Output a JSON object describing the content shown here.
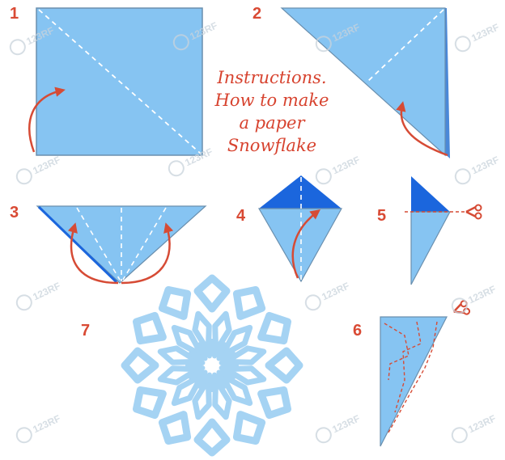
{
  "title": {
    "lines": [
      "Instructions.",
      "How to make",
      "a paper",
      "Snowflake"
    ]
  },
  "steps": [
    {
      "num": "1"
    },
    {
      "num": "2"
    },
    {
      "num": "3"
    },
    {
      "num": "4"
    },
    {
      "num": "5"
    },
    {
      "num": "6"
    },
    {
      "num": "7"
    }
  ],
  "watermark": "123RF",
  "colors": {
    "paper_light": "#86c4f2",
    "paper_mid": "#70b0ea",
    "paper_dark": "#1b66dd",
    "snowflake": "#a5d3f3",
    "arrow": "#d64b35",
    "accent_text": "#d7432f",
    "fold_line": "#ffffff",
    "cut_line": "#d64b35"
  },
  "icons": [
    "curved-arrow-icon",
    "scissors-icon"
  ]
}
